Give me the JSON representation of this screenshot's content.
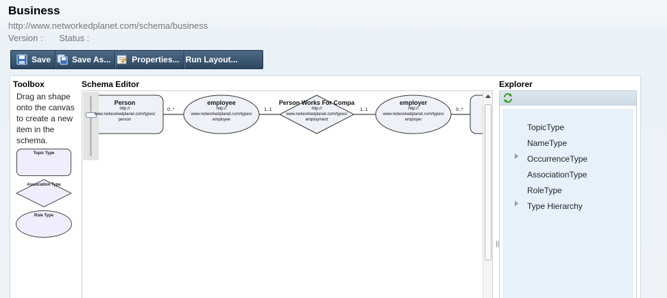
{
  "page": {
    "title": "Business",
    "url": "http://www.networkedplanet.com/schema/business",
    "version_label": "Version :",
    "status_label": "Status :"
  },
  "toolbar": {
    "save_label": "Save",
    "save_as_label": "Save As...",
    "properties_label": "Properties...",
    "run_layout_label": "Run Layout..."
  },
  "toolbox": {
    "title": "Toolbox",
    "description": "Drag an shape onto the canvas to create a new item in the schema.",
    "shapes": {
      "topic_type": "Topic Type",
      "association_type": "Association Type",
      "role_type": "Role Type"
    }
  },
  "editor": {
    "title": "Schema Editor",
    "nodes": {
      "person": {
        "name": "Person",
        "line1": "http://",
        "line2": "www.networkedplanet.com/types/",
        "line3": "person"
      },
      "employee": {
        "name": "employee",
        "line1": "http://",
        "line2": "www.networkedplanet.com/types/",
        "line3": "employee"
      },
      "works_for": {
        "name": "Person Works For Compa",
        "line1": "http://",
        "line2": "www.networkedplanet.com/types/",
        "line3": "employment"
      },
      "employer": {
        "name": "employer",
        "line1": "http://",
        "line2": "www.networkedplanet.com/types/",
        "line3": "employer"
      }
    },
    "cardinalities": {
      "c1": "0..*",
      "c2": "1..1",
      "c3": "1..1",
      "c4": "0..*"
    }
  },
  "explorer": {
    "title": "Explorer",
    "refresh_icon": "refresh-icon",
    "items": [
      {
        "label": "TopicType",
        "expandable": false
      },
      {
        "label": "NameType",
        "expandable": false
      },
      {
        "label": "OccurrenceType",
        "expandable": true
      },
      {
        "label": "AssociationType",
        "expandable": false
      },
      {
        "label": "RoleType",
        "expandable": false
      },
      {
        "label": "Type Hierarchy",
        "expandable": true
      }
    ]
  },
  "colors": {
    "toolbar_top": "#4d6a84",
    "toolbar_bottom": "#2c4660",
    "shape_fill": "#eeeeff",
    "tree_bg": "#e7f1fb"
  }
}
